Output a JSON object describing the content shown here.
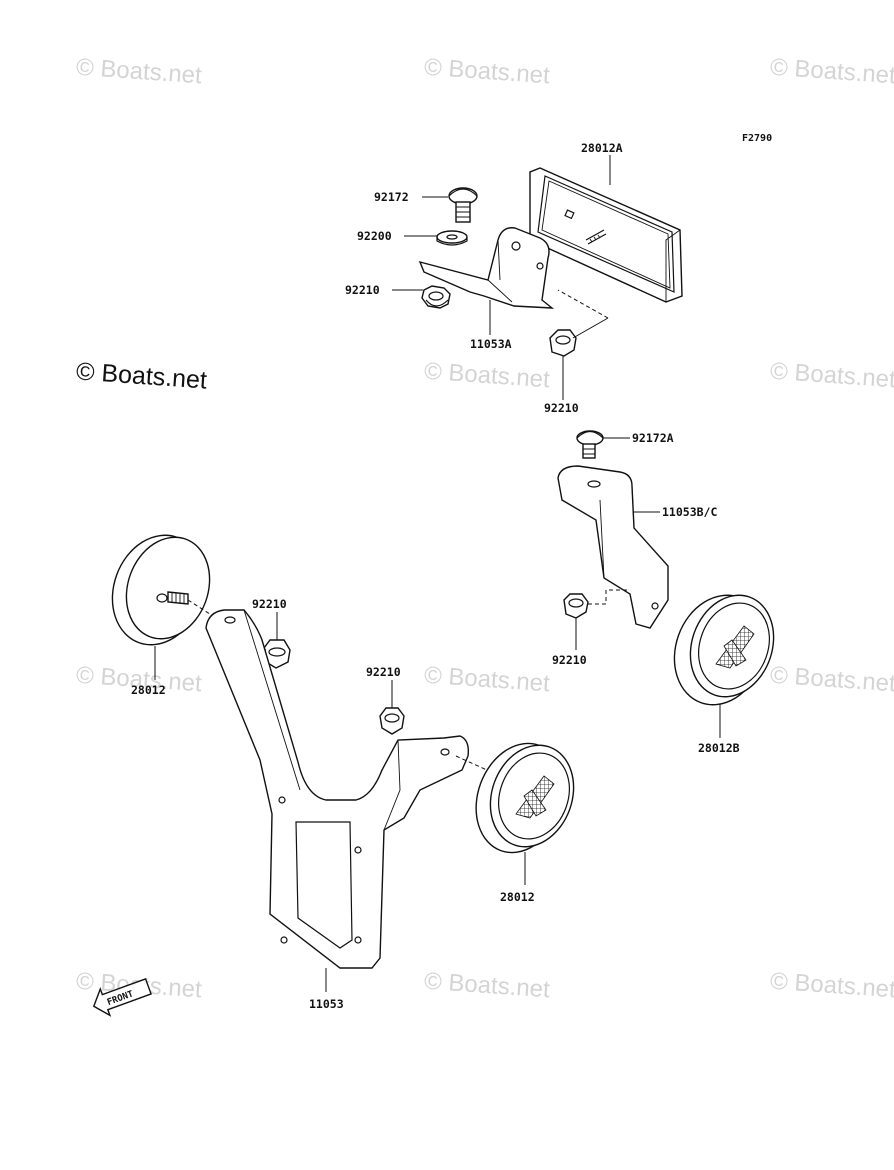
{
  "watermark": {
    "text": "© Boats.net",
    "main_text": "© Boats.net"
  },
  "diagram_code": "F2790",
  "front_marker": "FRONT",
  "parts": {
    "p_28012A": "28012A",
    "p_92172": "92172",
    "p_92200": "92200",
    "p_92210_top": "92210",
    "p_11053A": "11053A",
    "p_92210_mid": "92210",
    "p_92172A": "92172A",
    "p_11053BC": "11053B/C",
    "p_92210_right": "92210",
    "p_28012B": "28012B",
    "p_92210_left": "92210",
    "p_28012_left": "28012",
    "p_92210_center": "92210",
    "p_28012_center": "28012",
    "p_11053": "11053"
  },
  "colors": {
    "line": "#111111",
    "watermark": "#d4d4d4"
  }
}
